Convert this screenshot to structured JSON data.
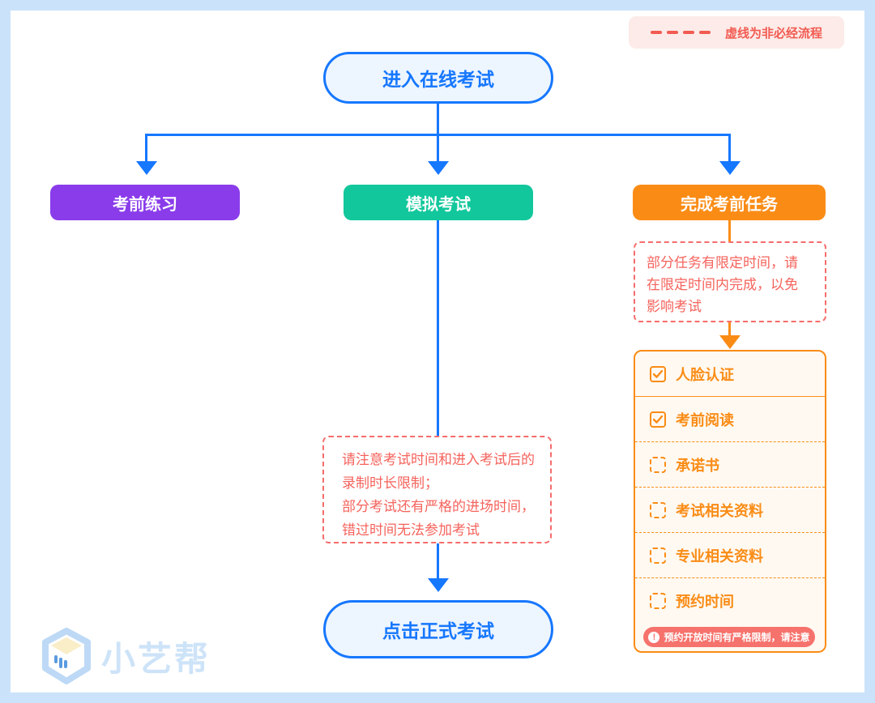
{
  "legend": {
    "label": "虚线为非必经流程"
  },
  "nodes": {
    "start": "进入在线考试",
    "practice": "考前练习",
    "mock": "模拟考试",
    "tasks": "完成考前任务",
    "final": "点击正式考试"
  },
  "notes": {
    "task_note": [
      "部分任务有限定时间，请",
      "在限定时间内完成，以免",
      "影响考试"
    ],
    "exam_note": [
      "请注意考试时间和进入考试后的",
      "录制时长限制；",
      "部分考试还有严格的进场时间，",
      "错过时间无法参加考试"
    ]
  },
  "checklist": {
    "items": [
      {
        "label": "人脸认证",
        "checked": true
      },
      {
        "label": "考前阅读",
        "checked": true
      },
      {
        "label": "承诺书",
        "checked": false
      },
      {
        "label": "考试相关资料",
        "checked": false
      },
      {
        "label": "专业相关资料",
        "checked": false
      },
      {
        "label": "预约时间",
        "checked": false
      }
    ],
    "warning": "预约开放时间有严格限制，请注意",
    "warning_icon": "!"
  },
  "watermark": {
    "brand": "小艺帮"
  },
  "colors": {
    "frame": "#cbe3fa",
    "flow_blue": "#1677ff",
    "purple": "#8a3cea",
    "green": "#12c79c",
    "orange": "#fa8c16",
    "salmon": "#f56c6c",
    "badge": "#f6726c"
  }
}
